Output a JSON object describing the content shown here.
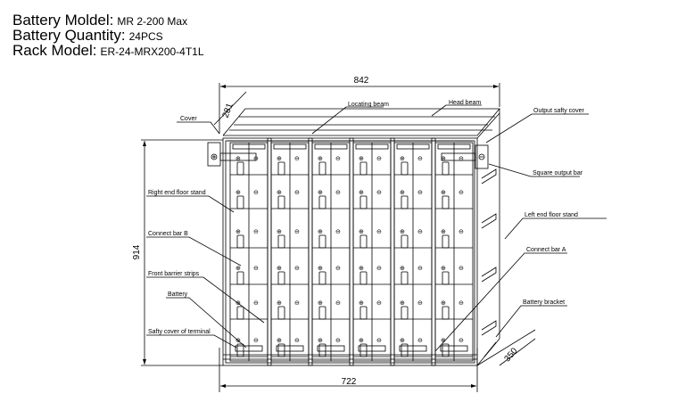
{
  "specs": [
    {
      "key": "Battery Moldel:",
      "value": "MR 2-200  Max"
    },
    {
      "key": "Battery Quantity:",
      "value": "24PCS"
    },
    {
      "key": "Rack Model:",
      "value": "ER-24-MRX200-4T1L"
    }
  ],
  "dimensions": {
    "top_width": "842",
    "depth_top": "281",
    "height": "914",
    "bottom_width": "722",
    "depth_bottom": "350"
  },
  "callouts": {
    "cover": "Cover",
    "locating_beam": "Locating beam",
    "head_beam": "Head beam",
    "output_safty_cover": "Output safty cover",
    "square_output_bar": "Square output bar",
    "right_end_floor_stand": "Right end floor stand",
    "left_end_floor_stand": "Left end floor stand",
    "connect_bar_b": "Connect bar B",
    "connect_bar_a": "Connect bar A",
    "front_barrier_strips": "Front barrier strips",
    "battery": "Battery",
    "battery_bracket": "Battery bracket",
    "safty_cover_of_terminal": "Safty cover of terminal"
  },
  "symbols": {
    "plus": "⊕",
    "minus": "⊖"
  }
}
